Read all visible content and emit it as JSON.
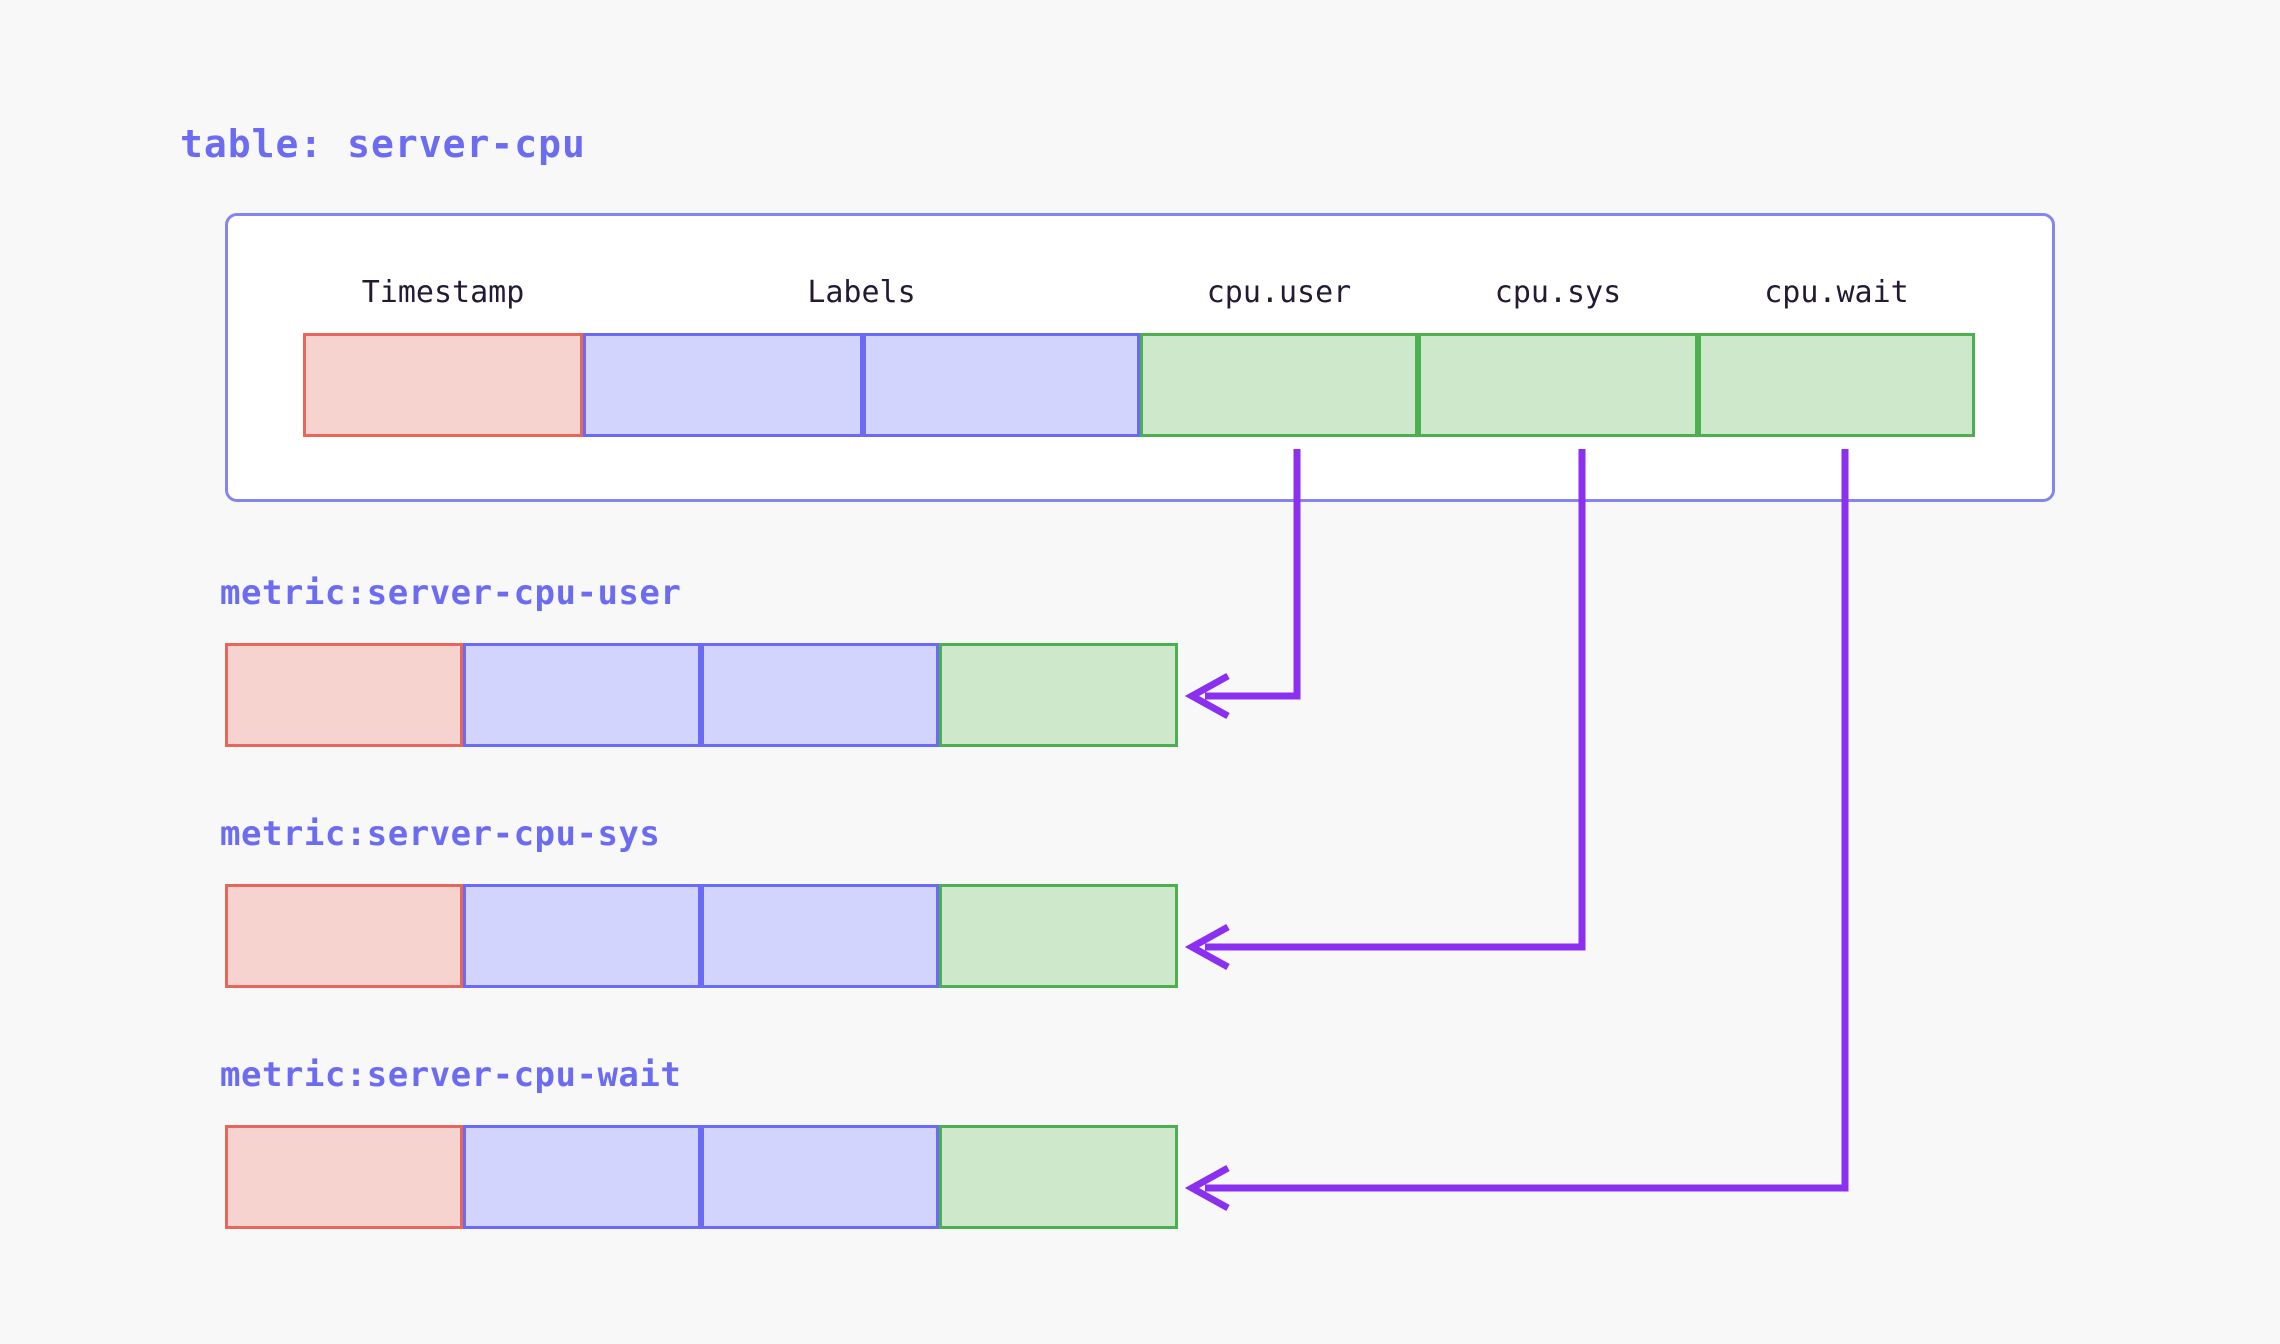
{
  "page": {
    "background": "#f8f8f8",
    "accent_purple": "#6c6cf2",
    "arrow_color": "#8b2ff0"
  },
  "table_card": {
    "title": "table: server-cpu",
    "border_color": "#8585f0",
    "columns": [
      {
        "label": "Timestamp",
        "kind": "timestamp",
        "color": "pink"
      },
      {
        "label": "Labels",
        "kind": "labels",
        "color": "blue"
      },
      {
        "label": "cpu.user",
        "kind": "value",
        "color": "green"
      },
      {
        "label": "cpu.sys",
        "kind": "value",
        "color": "green"
      },
      {
        "label": "cpu.wait",
        "kind": "value",
        "color": "green"
      }
    ],
    "row_cells": [
      {
        "color": "pink"
      },
      {
        "color": "blue"
      },
      {
        "color": "blue"
      },
      {
        "color": "green"
      },
      {
        "color": "green"
      },
      {
        "color": "green"
      }
    ]
  },
  "metrics": [
    {
      "title": "metric:server-cpu-user",
      "source_column": "cpu.user",
      "cells": [
        {
          "color": "pink"
        },
        {
          "color": "blue"
        },
        {
          "color": "blue"
        },
        {
          "color": "green"
        }
      ]
    },
    {
      "title": "metric:server-cpu-sys",
      "source_column": "cpu.sys",
      "cells": [
        {
          "color": "pink"
        },
        {
          "color": "blue"
        },
        {
          "color": "blue"
        },
        {
          "color": "green"
        }
      ]
    },
    {
      "title": "metric:server-cpu-wait",
      "source_column": "cpu.wait",
      "cells": [
        {
          "color": "pink"
        },
        {
          "color": "blue"
        },
        {
          "color": "blue"
        },
        {
          "color": "green"
        }
      ]
    }
  ],
  "palette": {
    "pink_fill": "#f7d3cf",
    "pink_border": "#e8675c",
    "blue_fill": "#d3d4fe",
    "blue_border": "#6a6af4",
    "green_fill": "#cde8cb",
    "green_border": "#4caf50"
  }
}
